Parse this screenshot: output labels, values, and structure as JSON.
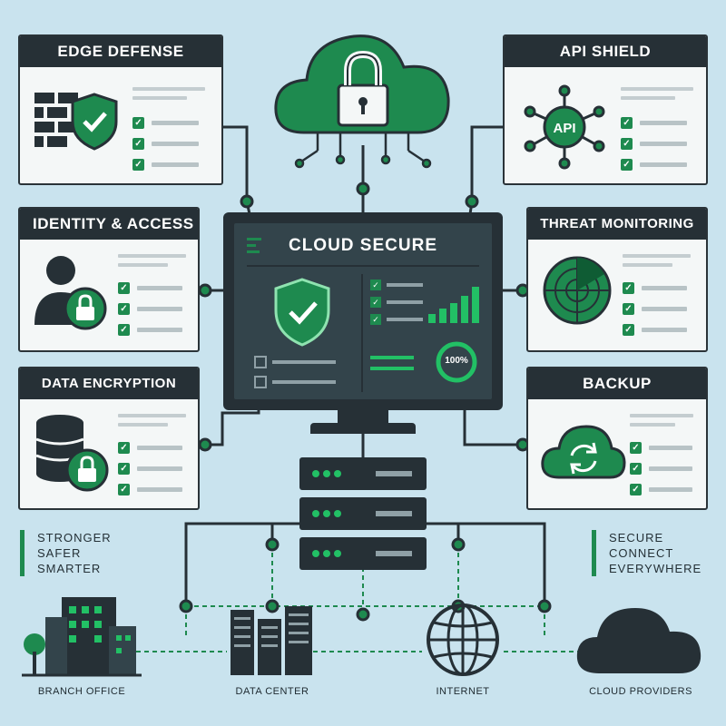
{
  "cards": {
    "edge_defense": {
      "title": "EDGE DEFENSE"
    },
    "api_shield": {
      "title": "API SHIELD",
      "icon_text": "API"
    },
    "identity_access": {
      "title": "IDENTITY & ACCESS"
    },
    "threat_monitoring": {
      "title": "THREAT MONITORING"
    },
    "data_encryption": {
      "title": "DATA ENCRYPTION"
    },
    "backup": {
      "title": "BACKUP"
    }
  },
  "monitor": {
    "title": "CLOUD SECURE",
    "gauge_text": "100%",
    "gauge_fraction": 1.0
  },
  "taglines": {
    "left": [
      "STRONGER",
      "SAFER",
      "SMARTER"
    ],
    "right": [
      "SECURE",
      "CONNECT",
      "EVERYWHERE"
    ]
  },
  "destinations": {
    "branch_office": "BRANCH OFFICE",
    "data_center": "DATA CENTER",
    "internet": "INTERNET",
    "cloud_providers": "CLOUD PROVIDERS"
  },
  "colors": {
    "accent": "#1e8a4f",
    "dark": "#263036",
    "background": "#c9e3ee",
    "card": "#f4f7f7"
  },
  "icons": {
    "top": "cloud-lock-icon",
    "edge_defense": "firewall-shield-icon",
    "api_shield": "api-hub-icon",
    "identity_access": "user-lock-icon",
    "threat_monitoring": "radar-icon",
    "data_encryption": "database-lock-icon",
    "backup": "cloud-sync-icon",
    "server": "server-rack-icon",
    "branch_office": "office-building-icon",
    "data_center": "data-center-icon",
    "internet": "globe-icon",
    "cloud_providers": "cloud-icon"
  }
}
